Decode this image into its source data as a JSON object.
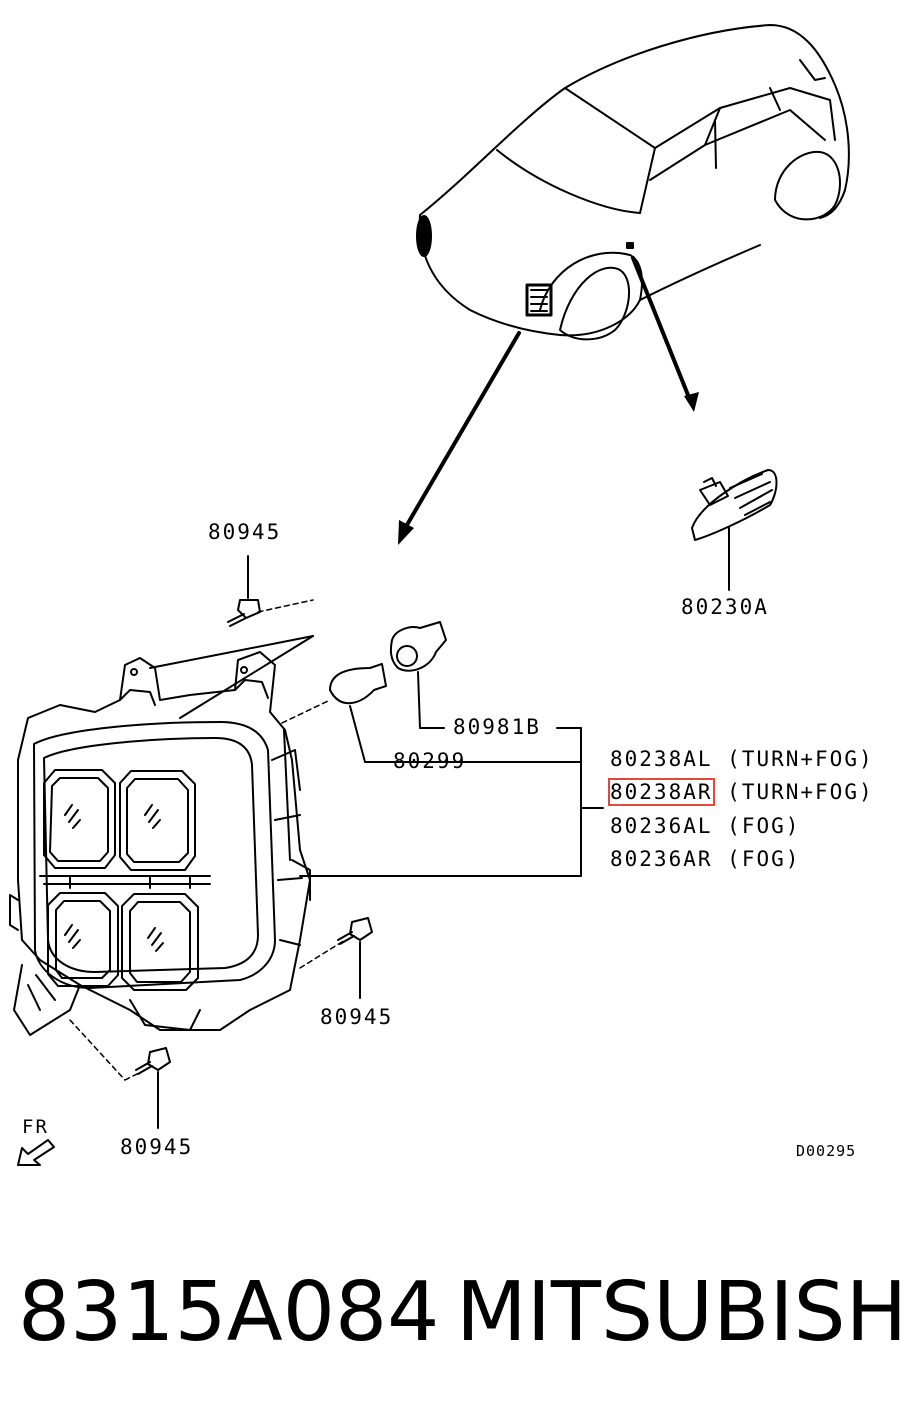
{
  "callouts": {
    "bolt_top": "80945",
    "side_marker": "80230A",
    "socket": "80981B",
    "bulb": "80299",
    "bolt_mid": "80945",
    "bolt_bottom": "80945"
  },
  "part_list": [
    {
      "code": "80238AL",
      "desc": "(TURN+FOG)"
    },
    {
      "code": "80238AR",
      "desc": "(TURN+FOG)",
      "highlighted": true
    },
    {
      "code": "80236AL",
      "desc": "(FOG)"
    },
    {
      "code": "80236AR",
      "desc": "(FOG)"
    }
  ],
  "direction_label": "FR",
  "diagram_code": "D00295",
  "footer": {
    "part_number": "8315A084",
    "brand": "MITSUBISHI"
  },
  "colors": {
    "line": "#000000",
    "highlight": "#e0483d",
    "background": "#ffffff"
  }
}
